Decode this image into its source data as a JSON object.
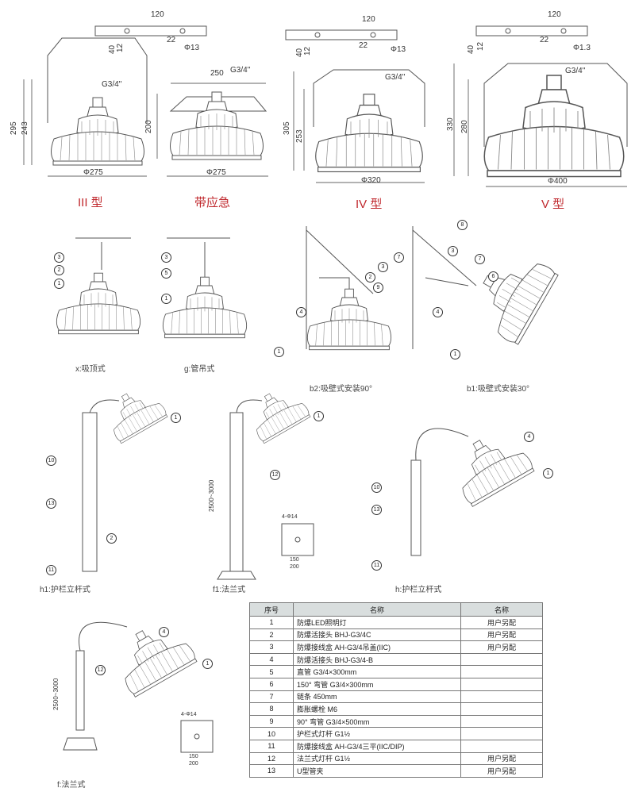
{
  "top_models": [
    {
      "label": "III 型",
      "dims": {
        "mount_width": "120",
        "mount_offset": "22",
        "hole": "Φ13",
        "h1": "40",
        "h2": "12",
        "height_total": "295",
        "height_body": "243",
        "thread": "G3/4''",
        "diameter": "Φ275"
      }
    },
    {
      "label": "带应急",
      "dims": {
        "width": "250",
        "thread": "G3/4''",
        "height": "200",
        "diameter": "Φ275"
      }
    },
    {
      "label": "IV 型",
      "dims": {
        "mount_width": "120",
        "mount_offset": "22",
        "hole": "Φ13",
        "h1": "40",
        "h2": "12",
        "height_total": "305",
        "height_body": "253",
        "thread": "G3/4''",
        "diameter": "Φ320"
      }
    },
    {
      "label": "V 型",
      "dims": {
        "mount_width": "120",
        "mount_offset": "22",
        "hole": "Φ1.3",
        "h1": "40",
        "h2": "12",
        "height_total": "330",
        "height_body": "280",
        "thread": "G3/4''",
        "diameter": "Φ400"
      }
    }
  ],
  "install_captions": [
    "x:吸顶式",
    "g:管吊式",
    "b2:吸壁式安装90°",
    "b1:吸壁式安装30°",
    "h1:护栏立杆式",
    "f1:法兰式",
    "h:护栏立杆式",
    "f:法兰式"
  ],
  "pole_height": "2500~3000",
  "flange": {
    "holes": "4-Φ14",
    "inner": "150",
    "outer": "200"
  },
  "callouts": [
    "1",
    "2",
    "3",
    "4",
    "5",
    "6",
    "7",
    "8",
    "9",
    "10",
    "11",
    "12",
    "13"
  ],
  "table": {
    "headers": [
      "序号",
      "名称",
      "名称"
    ],
    "rows": [
      [
        "1",
        "防爆LED照明灯",
        "用户另配"
      ],
      [
        "2",
        "防爆活接头 BHJ-G3/4C",
        "用户另配"
      ],
      [
        "3",
        "防爆接线盒 AH-G3/4吊盖(IIC)",
        "用户另配"
      ],
      [
        "4",
        "防爆活接头 BHJ-G3/4-B",
        ""
      ],
      [
        "5",
        "直管 G3/4×300mm",
        ""
      ],
      [
        "6",
        "150° 弯管 G3/4×300mm",
        ""
      ],
      [
        "7",
        "链条 450mm",
        ""
      ],
      [
        "8",
        "膨胀螺栓 M6",
        ""
      ],
      [
        "9",
        "90° 弯管 G3/4×500mm",
        ""
      ],
      [
        "10",
        "护栏式灯杆 G1½",
        ""
      ],
      [
        "11",
        "防爆接线盒 AH-G3/4三平(IIC/DIP)",
        ""
      ],
      [
        "12",
        "法兰式灯杆 G1½",
        "用户另配"
      ],
      [
        "13",
        "U型管夹",
        "用户另配"
      ]
    ]
  },
  "colors": {
    "type_label": "#c0282d",
    "line": "#555555",
    "table_header": "#d9dede"
  }
}
